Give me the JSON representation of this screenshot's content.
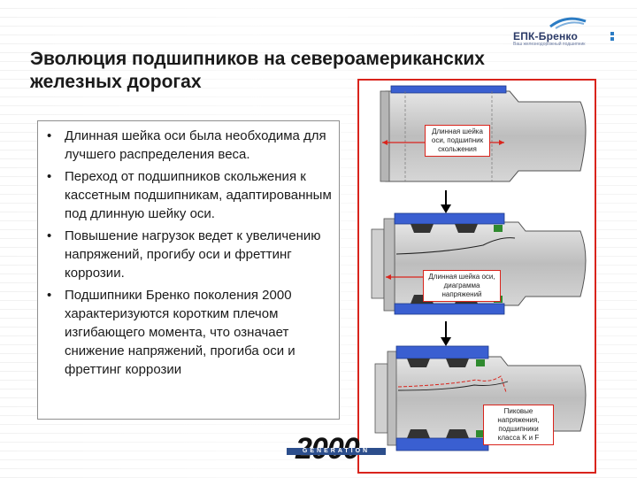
{
  "header": {
    "logo_text": "ЕПК-Бренко",
    "logo_subtext": "Ваш железнодорожный подшипник",
    "title_line1": "Эволюция подшипников на североамериканских",
    "title_line2": "железных дорогах"
  },
  "bullets": [
    "Длинная шейка оси была необходима для лучшего распределения веса.",
    "Переход от подшипников скольжения к кассетным подшипникам, адаптированным под длинную шейку оси.",
    "Повышение нагрузок ведет к увеличению напряжений, прогибу оси и фреттинг коррозии.",
    "Подшипники Бренко поколения 2000 характеризуются коротким плечом изгибающего момента, что означает снижение напряжений, прогиба оси и фреттинг коррозии"
  ],
  "bullet_glyph": "•",
  "diagram": {
    "callout_1": "Длинная шейка оси, подшипник скольжения",
    "callout_2": "Длинная шейка оси, диаграмма напряжений",
    "callout_3": "Пиковые напряжения, подшипники класса K и F"
  },
  "generation_logo": {
    "number": "2000",
    "band_text": "GENERATION"
  },
  "colors": {
    "accent_red": "#d9241c",
    "bearing_blue": "#3a5fd1",
    "axle_gray": "#c9c9c9",
    "roller_dark": "#333333",
    "seal_green": "#2f8a2f"
  },
  "icons": {
    "logo_mark": "swoosh-logo-icon",
    "arrow_down": "arrow-down-icon"
  }
}
